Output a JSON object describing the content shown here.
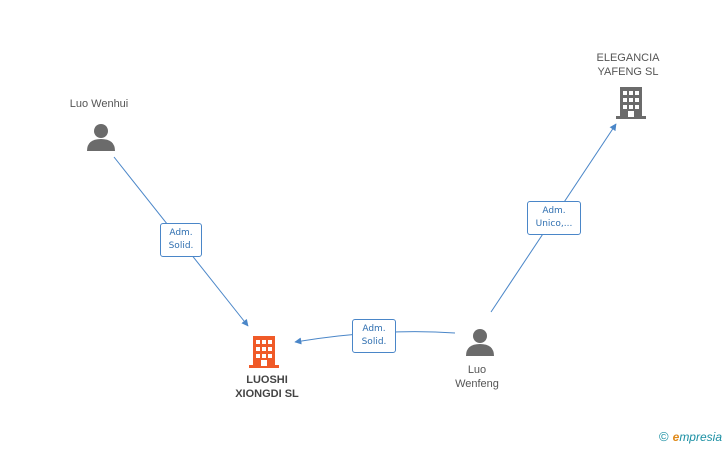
{
  "nodes": {
    "luo_wenhui": {
      "label": "Luo Wenhui"
    },
    "elegancia": {
      "label": "ELEGANCIA\nYAFENG SL"
    },
    "luoshi": {
      "label": "LUOSHI\nXIONGDI SL"
    },
    "luo_wenfeng": {
      "label": "Luo\nWenfeng"
    }
  },
  "edges": [
    {
      "label": "Adm.\nSolid."
    },
    {
      "label": "Adm.\nSolid."
    },
    {
      "label": "Adm.\nUnico,..."
    }
  ],
  "colors": {
    "edge": "#4a86c8",
    "person_icon": "#6b6b6b",
    "company_icon": "#6b6b6b",
    "main_company_icon": "#f05a28"
  },
  "brand": {
    "copyright": "©",
    "name_initial": "e",
    "name_rest": "mpresia"
  }
}
